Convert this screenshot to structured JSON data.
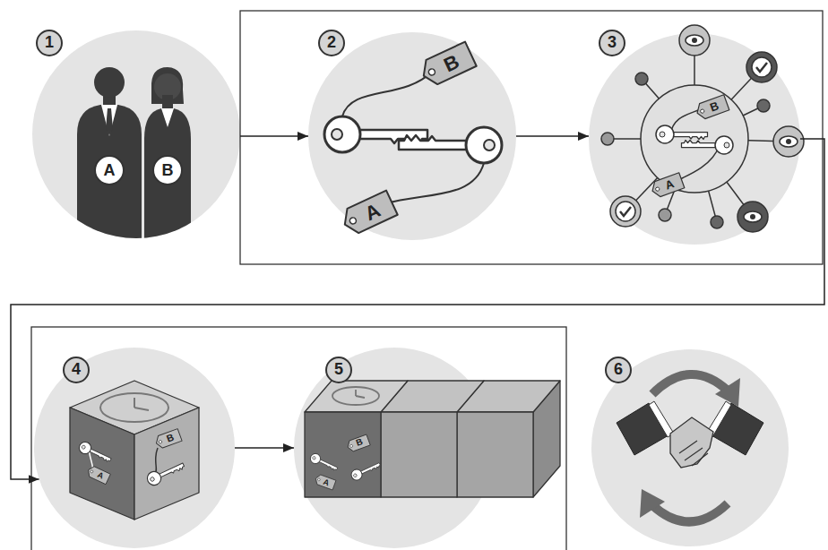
{
  "diagram": {
    "nodes": [
      {
        "text": [
          "1"
        ]
      },
      {
        "text": [
          "2"
        ]
      },
      {
        "text": [
          "3"
        ]
      },
      {
        "text": [
          "4"
        ]
      },
      {
        "text": [
          "5"
        ]
      },
      {
        "text": [
          "6"
        ]
      }
    ],
    "edges": [
      {
        "from": 0,
        "to": 1,
        "arrow": "to"
      },
      {
        "from": 1,
        "to": 2,
        "arrow": "to"
      },
      {
        "from": 2,
        "to": 3,
        "arrow": "to"
      },
      {
        "from": 3,
        "to": 4,
        "arrow": "to"
      }
    ],
    "labels": [
      "A",
      "B",
      "B",
      "A",
      "B",
      "A",
      "A",
      "B",
      "A",
      "B"
    ]
  }
}
